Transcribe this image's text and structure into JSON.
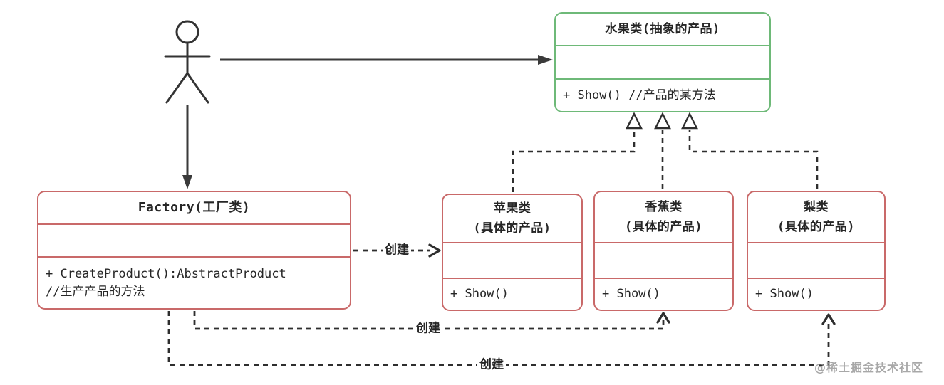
{
  "classes": {
    "abstract_product": {
      "title": "水果类(抽象的产品)",
      "method": "+ Show() //产品的某方法"
    },
    "factory": {
      "title": "Factory(工厂类)",
      "method_line1": "+ CreateProduct():AbstractProduct",
      "method_line2": "//生产产品的方法"
    },
    "apple": {
      "name": "苹果类",
      "subtitle": "(具体的产品)",
      "method": "+ Show()"
    },
    "banana": {
      "name": "香蕉类",
      "subtitle": "(具体的产品)",
      "method": "+ Show()"
    },
    "pear": {
      "name": "梨类",
      "subtitle": "(具体的产品)",
      "method": "+ Show()"
    }
  },
  "labels": {
    "create_to_apple": "创建",
    "create_to_banana": "创建",
    "create_to_pear": "创建"
  },
  "watermark": {
    "text": "@稀土掘金技术社区"
  },
  "icons": {
    "actor": "stick-figure-actor",
    "cursor": "mouse-pointer"
  },
  "colors": {
    "abstract_border": "#6eb978",
    "concrete_border": "#c96969",
    "line": "#333333",
    "text": "#262626",
    "watermark": "#9a9a9a"
  }
}
